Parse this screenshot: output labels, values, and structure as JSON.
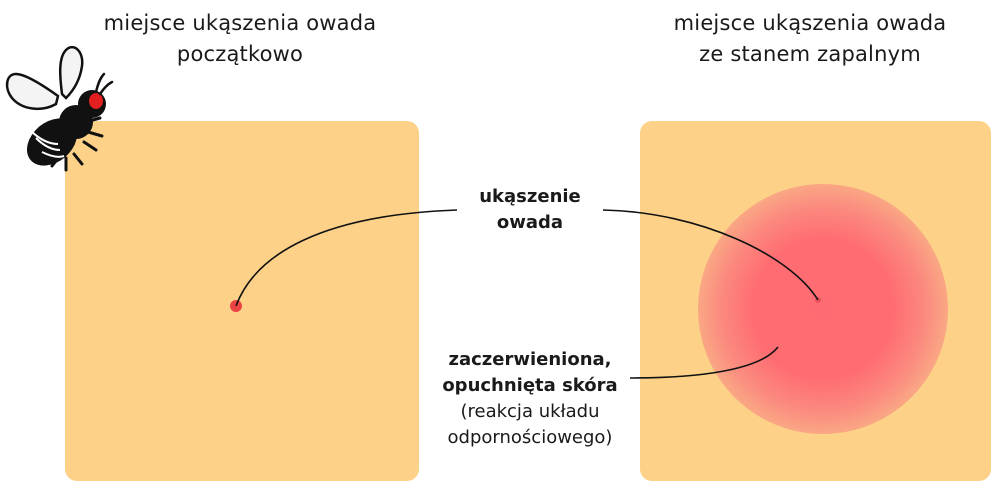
{
  "left_panel": {
    "caption_line1": "miejsce ukąszenia owada",
    "caption_line2": "początkowo",
    "color": "#fdd288"
  },
  "right_panel": {
    "caption_line1": "miejsce ukąszenia owada",
    "caption_line2": "ze stanem zapalnym",
    "color": "#fdd288",
    "swelling_color": "#ff6b72"
  },
  "labels": {
    "bite_line1": "ukąszenie",
    "bite_line2": "owada",
    "redness_line1": "zaczerwieniona,",
    "redness_line2": "opuchnięta skóra",
    "redness_line3": "(reakcja układu",
    "redness_line4": "odpornościowego)"
  },
  "colors": {
    "bite_dot": "#ec4444",
    "insect_eye": "#e41f1f"
  },
  "icons": {
    "insect": "insect-icon"
  }
}
